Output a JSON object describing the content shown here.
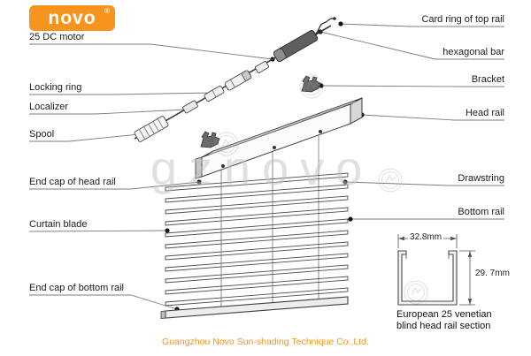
{
  "logo": {
    "text": "novo",
    "registered": "®"
  },
  "left_labels": {
    "dc_motor": "25 DC motor",
    "locking_ring": "Locking ring",
    "localizer": "Localizer",
    "spool": "Spool",
    "end_cap_head_rail": "End cap of head rail",
    "curtain_blade": "Curtain blade",
    "end_cap_bottom_rail": "End cap of bottom rail"
  },
  "right_labels": {
    "card_ring": "Card ring of top rail",
    "hexagonal_bar": "hexagonal bar",
    "bracket": "Bracket",
    "head_rail": "Head rail",
    "drawstring": "Drawstring",
    "bottom_rail": "Bottom rail"
  },
  "section": {
    "width": "32.8mm",
    "height": "29. 7mm",
    "caption_line1": "European 25 venetian",
    "caption_line2": "blind head rail section"
  },
  "watermark": "gznovo",
  "footer": "Guangzhou Novo Sun-shading Technique Co.,Ltd.",
  "colors": {
    "brand_orange": "#F7941D",
    "diagram_line": "#3f3f3f"
  }
}
